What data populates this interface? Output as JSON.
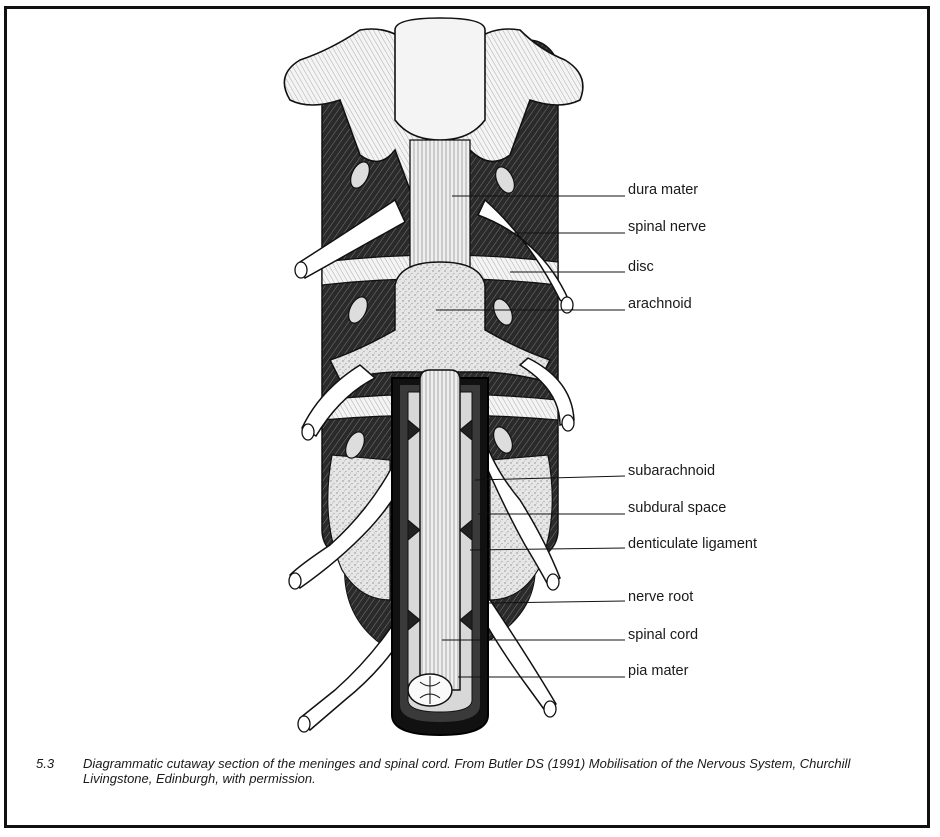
{
  "labels": [
    "dura mater",
    "spinal nerve",
    "disc",
    "arachnoid",
    "subarachnoid",
    "subdural space",
    "denticulate ligament",
    "nerve root",
    "spinal cord",
    "pia mater"
  ],
  "caption": {
    "number": "5.3",
    "text": "Diagrammatic cutaway section of the meninges and spinal cord. From Butler DS (1991) Mobilisation of the Nervous System, Churchill Livingstone, Edinburgh, with permission."
  }
}
